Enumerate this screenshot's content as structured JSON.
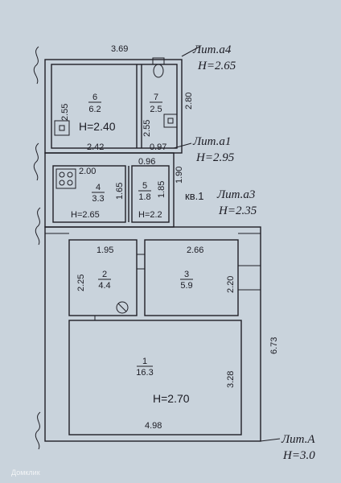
{
  "sections": [
    {
      "name": "Лит.а4",
      "height": "H=2.65"
    },
    {
      "name": "Лит.а1",
      "height": "H=2.95"
    },
    {
      "name": "Лит.а3",
      "height": "H=2.35"
    },
    {
      "name": "Лит.А",
      "height": "H=3.0"
    }
  ],
  "apartment_label": "кв.1",
  "rooms": [
    {
      "number": "1",
      "area": "16.3",
      "height": "H=2.70"
    },
    {
      "number": "2",
      "area": "4.4"
    },
    {
      "number": "3",
      "area": "5.9"
    },
    {
      "number": "4",
      "area": "3.3"
    },
    {
      "number": "5",
      "area": "1.8"
    },
    {
      "number": "6",
      "area": "6.2"
    },
    {
      "number": "7",
      "area": "2.5"
    }
  ],
  "room_heights": {
    "r6": "H=2.40",
    "r4": "H=2.65",
    "r5": "H=2.2"
  },
  "dimensions": {
    "top_width": "3.69",
    "r6_left": "2.55",
    "right_a4": "2.80",
    "r7_inner": "2.55",
    "r6_bottom": "2.42",
    "r7_bottom": "0.97",
    "r5_top": "0.96",
    "r4_top": "2.00",
    "r4_right": "1.65",
    "r5_right": "1.85",
    "r5_outer": "1.90",
    "r2_top": "1.95",
    "r2_left": "2.25",
    "r3_top": "2.66",
    "r3_right": "2.20",
    "total_height": "6.73",
    "r1_right": "3.28",
    "r1_bottom": "4.98"
  },
  "watermark": "Домклик"
}
